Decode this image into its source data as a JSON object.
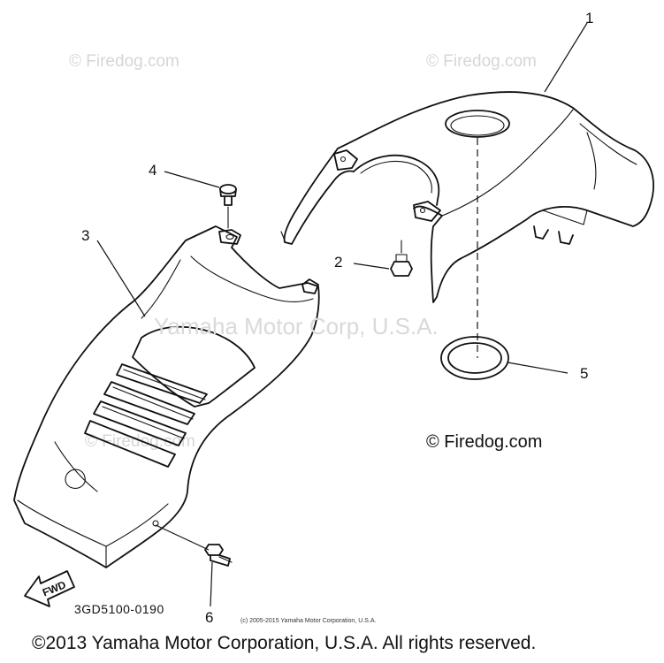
{
  "watermarks": {
    "top_left": "© Firedog.com",
    "top_right": "© Firedog.com",
    "center": "Yamaha Motor Corp, U.S.A.",
    "mid_left": "© Firedog.com"
  },
  "brand_mark": "© Firedog.com",
  "callouts": [
    "1",
    "2",
    "3",
    "4",
    "5",
    "6"
  ],
  "part_code": "3GD5100-0190",
  "fwd_label": "FWD",
  "small_copyright": "(c) 2005-2015 Yamaha Motor Corporation, U.S.A.",
  "footer": "©2013 Yamaha Motor Corporation, U.S.A. All rights reserved.",
  "colors": {
    "ink": "#111111",
    "watermark": "#d6d6d6",
    "background": "#ffffff"
  }
}
